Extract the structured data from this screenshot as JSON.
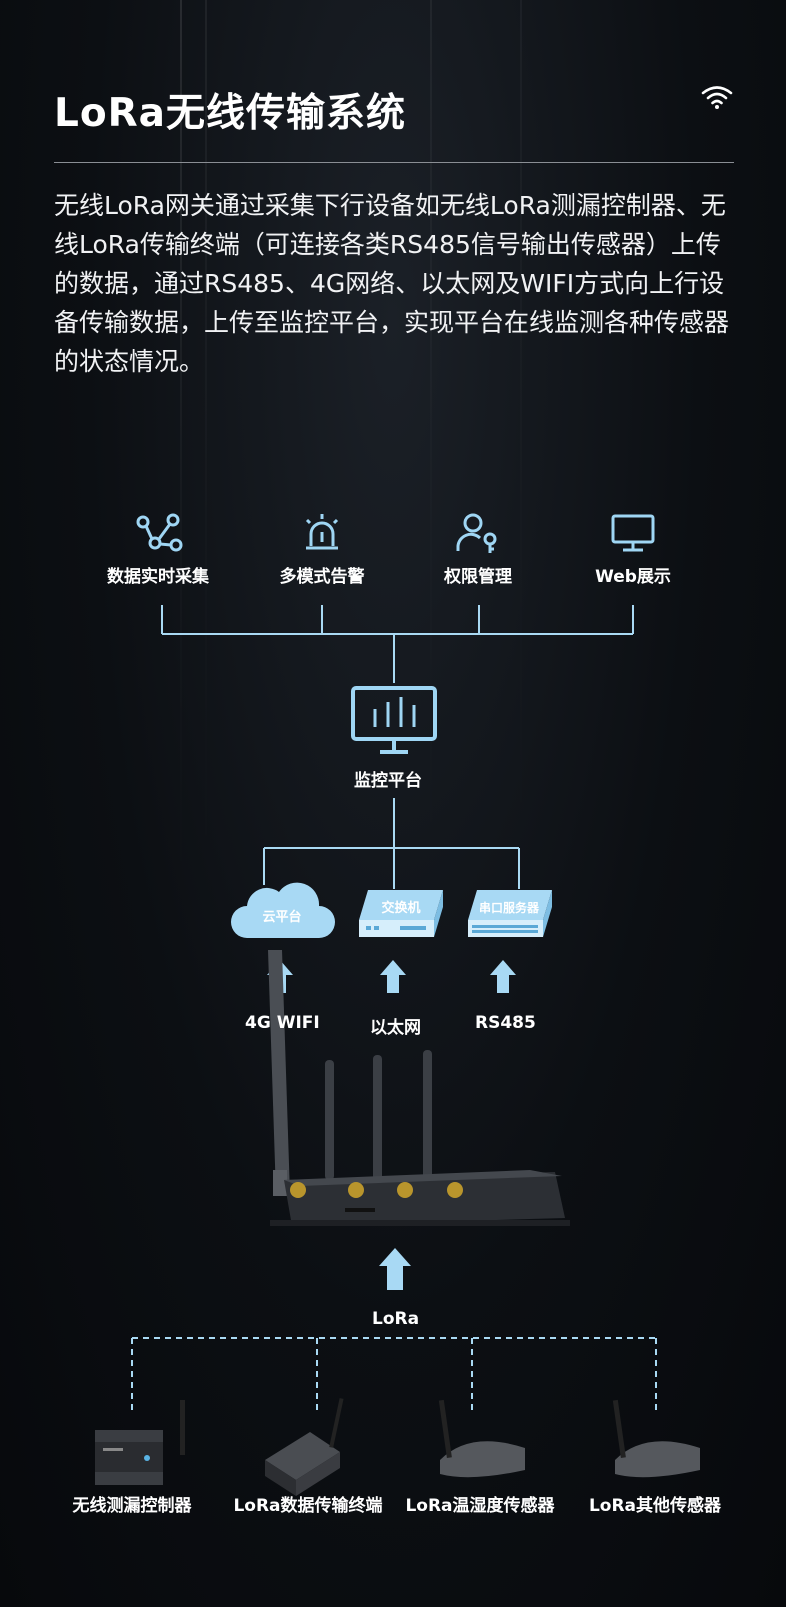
{
  "header": {
    "title": "LoRa无线传输系统",
    "icon": "wifi-icon"
  },
  "description": "无线LoRa网关通过采集下行设备如无线LoRa测漏控制器、无线LoRa传输终端（可连接各类RS485信号输出传感器）上传的数据，通过RS485、4G网络、以太网及WIFI方式向上行设备传输数据，上传至监控平台，实现平台在线监测各种传感器的状态情况。",
  "features": [
    {
      "label": "数据实时采集",
      "icon": "data-nodes-icon"
    },
    {
      "label": "多模式告警",
      "icon": "alarm-light-icon"
    },
    {
      "label": "权限管理",
      "icon": "user-key-icon"
    },
    {
      "label": "Web展示",
      "icon": "monitor-icon"
    }
  ],
  "platform": {
    "label": "监控平台",
    "icon": "bar-chart-monitor-icon"
  },
  "uplinks": [
    {
      "node": "云平台",
      "link": "4G   WIFI"
    },
    {
      "node": "交换机",
      "link": "以太网"
    },
    {
      "node": "串口服务器",
      "link": "RS485"
    }
  ],
  "gateway": {
    "icon": "lora-gateway-router-icon",
    "link": "LoRa"
  },
  "devices": [
    {
      "label": "无线测漏控制器",
      "icon": "leak-controller-icon"
    },
    {
      "label": "LoRa数据传输终端",
      "icon": "data-terminal-icon"
    },
    {
      "label": "LoRa温湿度传感器",
      "icon": "temp-humidity-sensor-icon"
    },
    {
      "label": "LoRa其他传感器",
      "icon": "other-sensor-icon"
    }
  ],
  "colors": {
    "accent": "#9fd6f4",
    "line": "#a9d9f3",
    "text": "#ffffff",
    "background": "#0c0f13"
  }
}
